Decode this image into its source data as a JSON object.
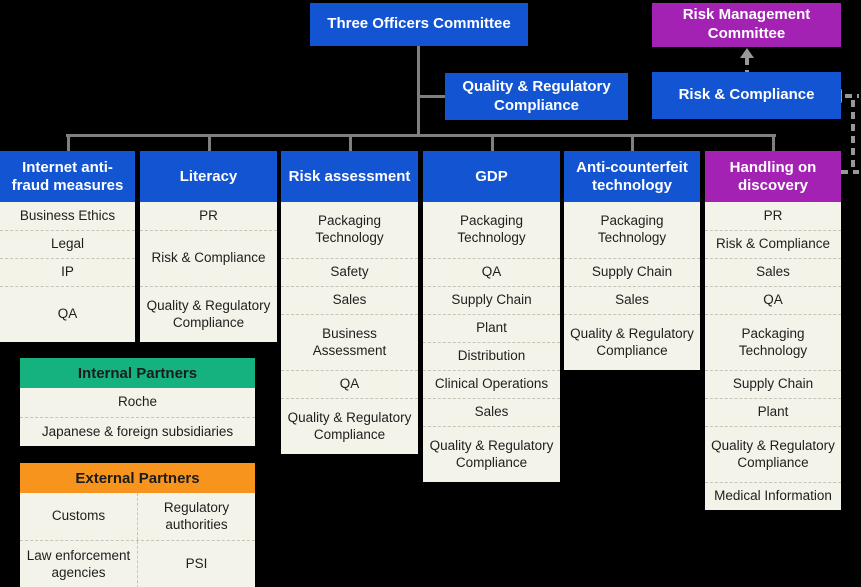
{
  "org": {
    "top_committee": "Three Officers Committee",
    "risk_management_committee": "Risk Management Committee",
    "quality_regulatory_compliance": "Quality & Regulatory Compliance",
    "risk_compliance": "Risk & Compliance",
    "columns": [
      {
        "title": "Internet anti-fraud measures",
        "color": "blue",
        "items": [
          {
            "label": "Business Ethics"
          },
          {
            "label": "Legal"
          },
          {
            "label": "IP"
          },
          {
            "label": "QA",
            "tall": true
          }
        ]
      },
      {
        "title": "Literacy",
        "color": "blue",
        "items": [
          {
            "label": "PR"
          },
          {
            "label": "Risk & Compliance",
            "tall": true
          },
          {
            "label": "Quality & Regulatory Compliance",
            "tall": true
          }
        ]
      },
      {
        "title": "Risk assessment",
        "color": "blue",
        "items": [
          {
            "label": "Packaging Technology",
            "tall": true
          },
          {
            "label": "Safety"
          },
          {
            "label": "Sales"
          },
          {
            "label": "Business Assessment",
            "tall": true
          },
          {
            "label": "QA"
          },
          {
            "label": "Quality & Regulatory Compliance",
            "tall": true
          }
        ]
      },
      {
        "title": "GDP",
        "color": "blue",
        "items": [
          {
            "label": "Packaging Technology",
            "tall": true
          },
          {
            "label": "QA"
          },
          {
            "label": "Supply Chain"
          },
          {
            "label": "Plant"
          },
          {
            "label": "Distribution"
          },
          {
            "label": "Clinical Operations"
          },
          {
            "label": "Sales"
          },
          {
            "label": "Quality & Regulatory Compliance",
            "tall": true
          }
        ]
      },
      {
        "title": "Anti-counterfeit technology",
        "color": "blue",
        "items": [
          {
            "label": "Packaging Technology",
            "tall": true
          },
          {
            "label": "Supply Chain"
          },
          {
            "label": "Sales"
          },
          {
            "label": "Quality & Regulatory Compliance",
            "tall": true
          }
        ]
      },
      {
        "title": "Handling on discovery",
        "color": "purple",
        "items": [
          {
            "label": "PR"
          },
          {
            "label": "Risk & Compliance"
          },
          {
            "label": "Sales"
          },
          {
            "label": "QA"
          },
          {
            "label": "Packaging Technology",
            "tall": true
          },
          {
            "label": "Supply Chain"
          },
          {
            "label": "Plant"
          },
          {
            "label": "Quality & Regulatory Compliance",
            "tall": true
          },
          {
            "label": "Medical Information"
          }
        ]
      }
    ],
    "internal_partners": {
      "title": "Internal Partners",
      "items": [
        "Roche",
        "Japanese & foreign subsidiaries"
      ]
    },
    "external_partners": {
      "title": "External Partners",
      "rows": [
        [
          "Customs",
          "Regulatory authorities"
        ],
        [
          "Law enforcement agencies",
          "PSI"
        ]
      ]
    }
  },
  "colors": {
    "background": "#000000",
    "blue": "#1254D2",
    "purple": "#A322B4",
    "green": "#15B17E",
    "orange": "#F6941E",
    "panel": "#F4F3EA",
    "line_solid": "#7F7F7F",
    "line_dashed": "#989898"
  }
}
